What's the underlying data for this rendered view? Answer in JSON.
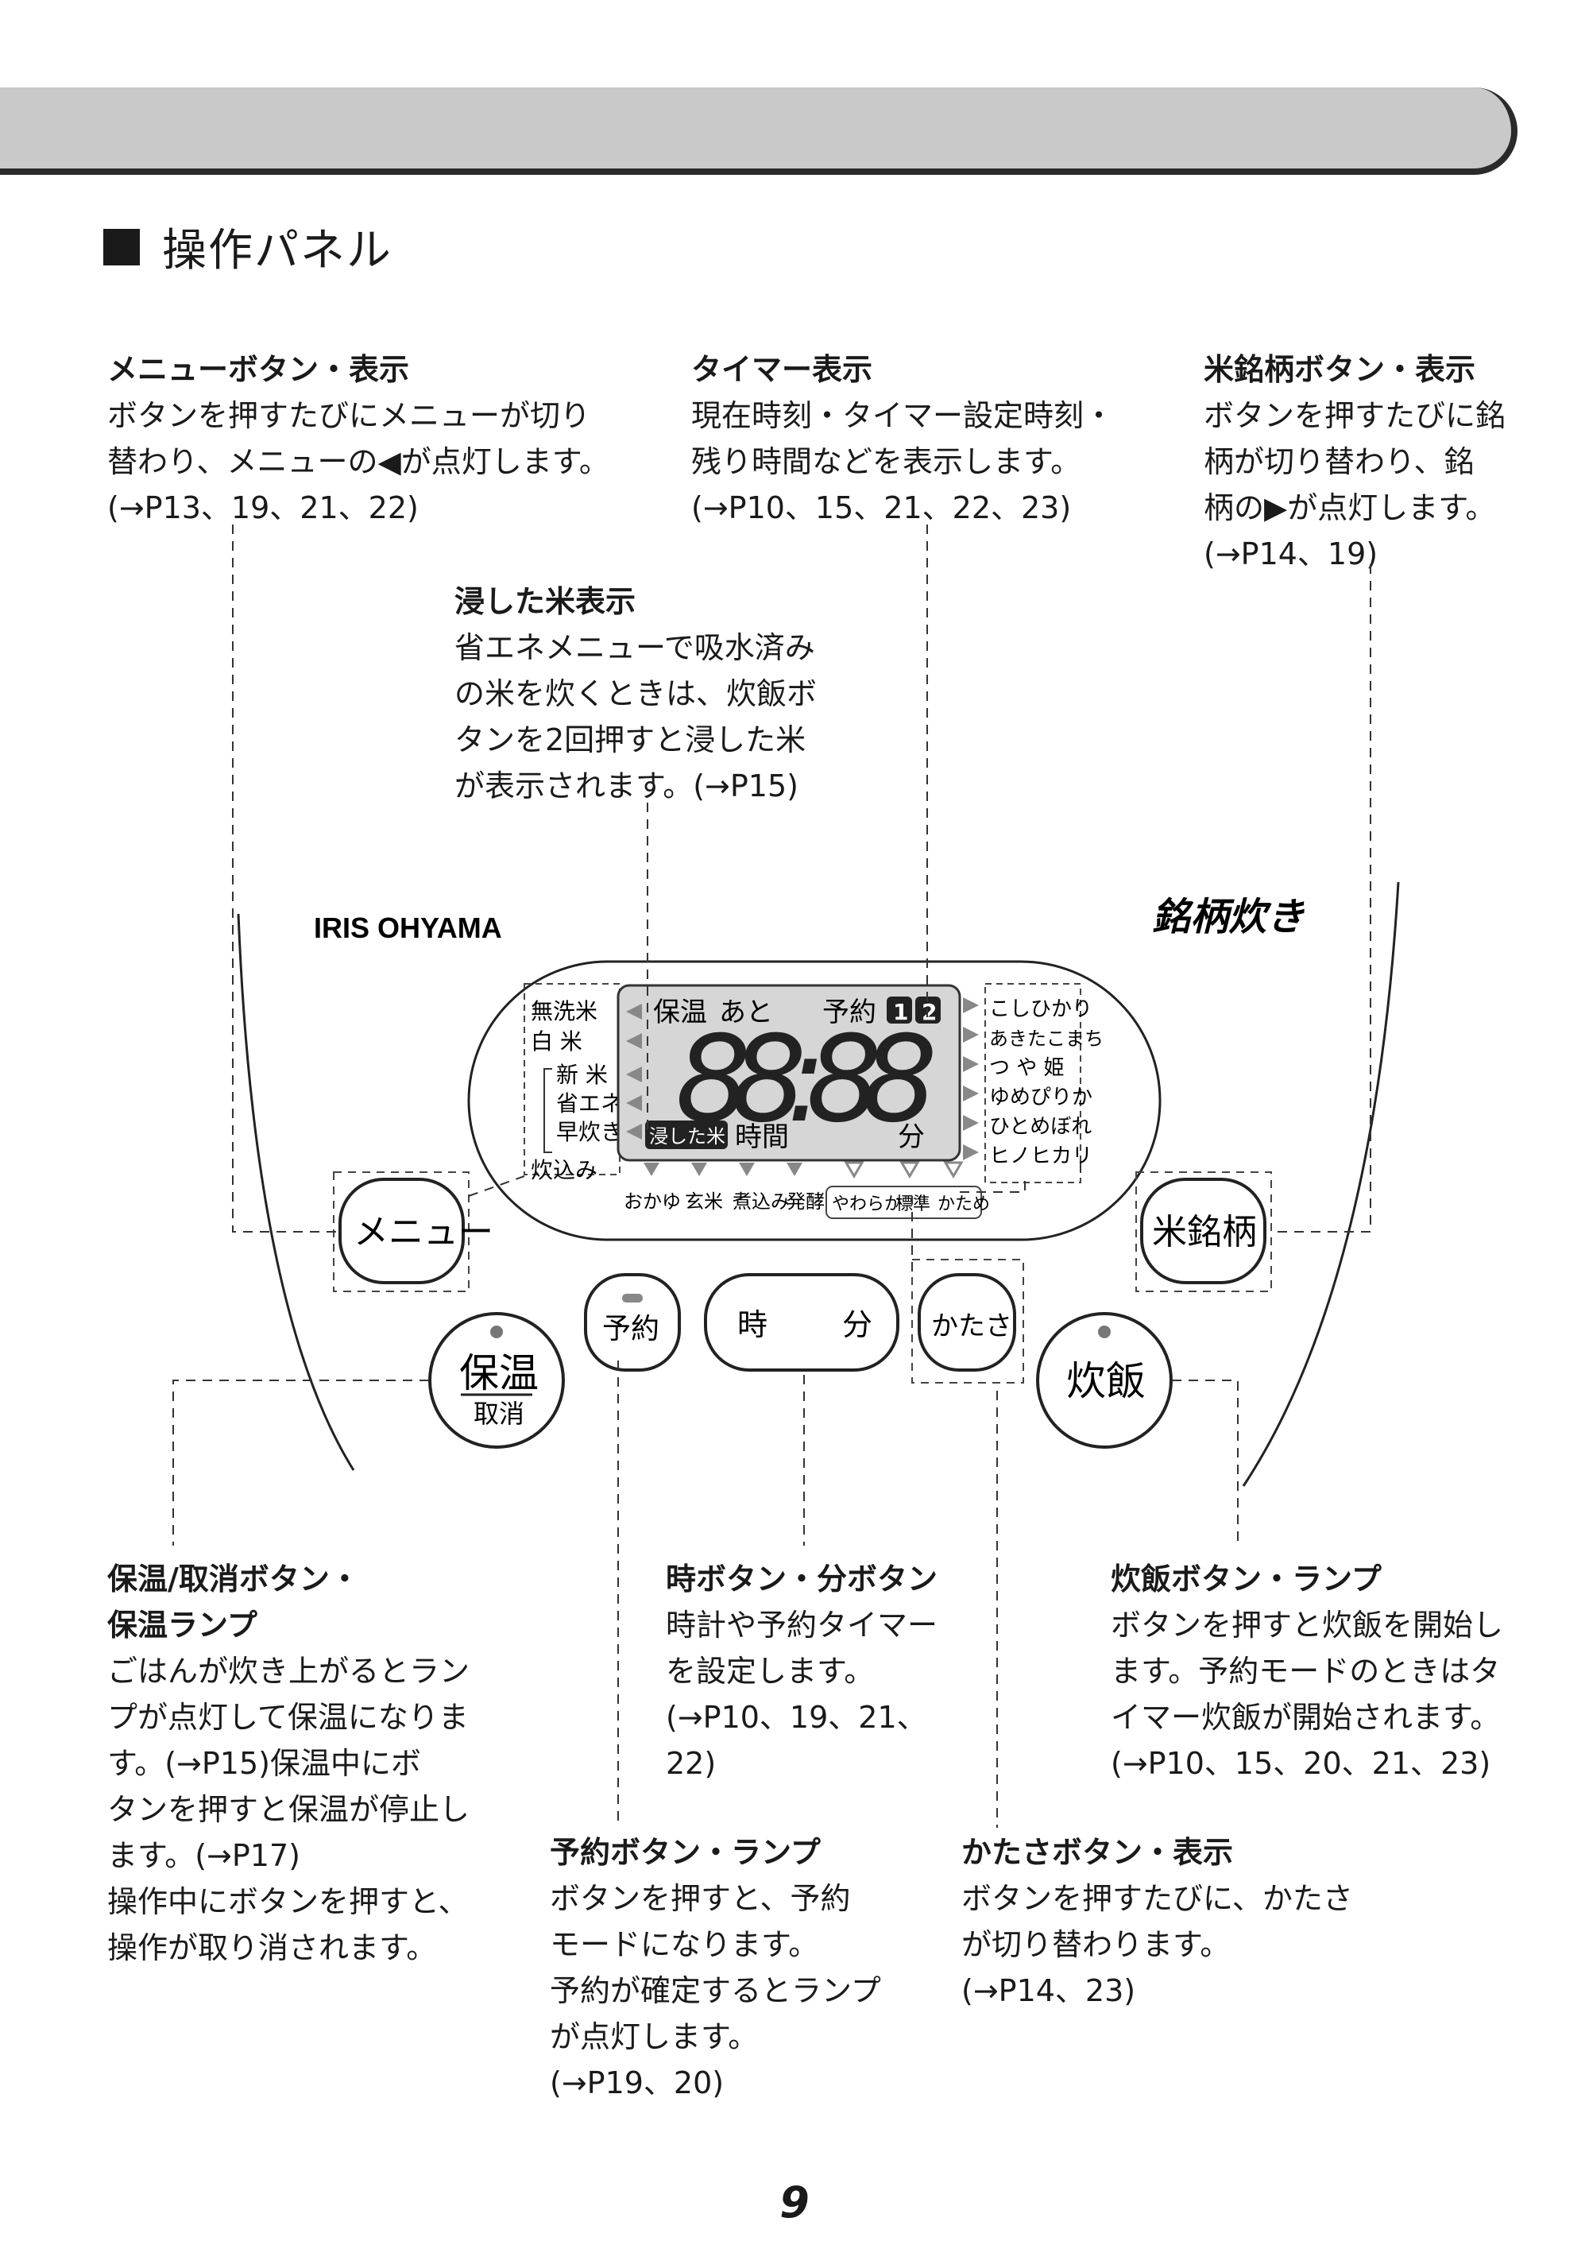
{
  "section": {
    "title": "操作パネル"
  },
  "callouts": {
    "menu": {
      "title": "メニューボタン・表示",
      "lines": [
        "ボタンを押すたびにメニューが切り",
        "替わり、メニューの◀が点灯します。",
        "(→P13、19、21、22)"
      ]
    },
    "timer": {
      "title": "タイマー表示",
      "lines": [
        "現在時刻・タイマー設定時刻・",
        "残り時間などを表示します。",
        "(→P10、15、21、22、23)"
      ]
    },
    "brand": {
      "title": "米銘柄ボタン・表示",
      "lines": [
        "ボタンを押すたびに銘",
        "柄が切り替わり、銘",
        "柄の▶が点灯します。",
        "(→P14、19)"
      ]
    },
    "soaked": {
      "title": "浸した米表示",
      "lines": [
        "省エネメニューで吸水済み",
        "の米を炊くときは、炊飯ボ",
        "タンを2回押すと浸した米",
        "が表示されます。(→P15)"
      ]
    },
    "keepwarm": {
      "title1": "保温/取消ボタン・",
      "title2": "保温ランプ",
      "lines": [
        "ごはんが炊き上がるとラン",
        "プが点灯して保温になりま",
        "す。(→P15)保温中にボ",
        "タンを押すと保温が停止し",
        "ます。(→P17)",
        "操作中にボタンを押すと、",
        "操作が取り消されます。"
      ]
    },
    "time": {
      "title": "時ボタン・分ボタン",
      "lines": [
        "時計や予約タイマー",
        "を設定します。",
        "(→P10、19、21、",
        "22)"
      ]
    },
    "cook": {
      "title": "炊飯ボタン・ランプ",
      "lines": [
        "ボタンを押すと炊飯を開始し",
        "ます。予約モードのときはタ",
        "イマー炊飯が開始されます。",
        "(→P10、15、20、21、23)"
      ]
    },
    "reserve": {
      "title": "予約ボタン・ランプ",
      "lines": [
        "ボタンを押すと、予約",
        "モードになります。",
        "予約が確定するとランプ",
        "が点灯します。",
        "(→P19、20)"
      ]
    },
    "firmness": {
      "title": "かたさボタン・表示",
      "lines": [
        "ボタンを押すたびに、かたさ",
        "が切り替わります。",
        "(→P14、23)"
      ]
    }
  },
  "panel": {
    "maker": "IRIS OHYAMA",
    "logo": "銘柄炊き",
    "display": {
      "keep": "保温",
      "remain": "あと",
      "reserve": "予約",
      "r1": "1",
      "r2": "2",
      "digits": "88:88",
      "soaked": "浸した米",
      "hours": "時間",
      "minutes": "分"
    },
    "menu_items": [
      "無洗米",
      "白 米",
      "新 米",
      "省エネ",
      "早炊き",
      "炊込み"
    ],
    "bottom_menu": [
      "おかゆ",
      "玄米",
      "煮込み",
      "発酵"
    ],
    "firmness_opts": [
      "やわらか",
      "標準",
      "かため"
    ],
    "brands": [
      "こしひかり",
      "あきたこまち",
      "つ や 姫",
      "ゆめぴりか",
      "ひとめぼれ",
      "ヒノヒカリ"
    ],
    "buttons": {
      "menu": "メニュー",
      "brand": "米銘柄",
      "reserve": "予約",
      "hour": "時",
      "minute": "分",
      "firmness": "かたさ",
      "keep": "保温",
      "cancel": "取消",
      "cook": "炊飯"
    }
  },
  "page_number": "9"
}
